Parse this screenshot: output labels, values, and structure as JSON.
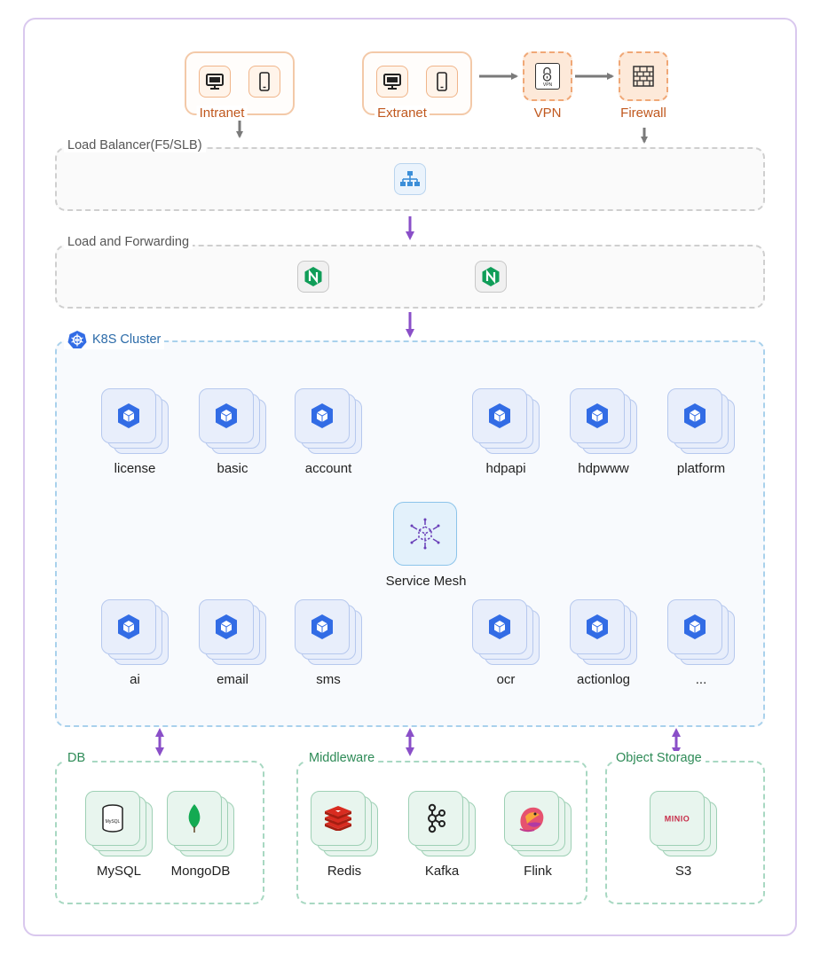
{
  "entry": {
    "intranet": {
      "label": "Intranet"
    },
    "extranet": {
      "label": "Extranet"
    },
    "vpn": {
      "label": "VPN"
    },
    "firewall": {
      "label": "Firewall"
    }
  },
  "groups": {
    "load_balancer": "Load Balancer(F5/SLB)",
    "load_forwarding": "Load and Forwarding",
    "k8s": "K8S Cluster",
    "db": "DB",
    "middleware": "Middleware",
    "object_storage": "Object Storage"
  },
  "services_top": [
    "license",
    "basic",
    "account",
    "hdpapi",
    "hdpwww",
    "platform"
  ],
  "services_bottom": [
    "ai",
    "email",
    "sms",
    "ocr",
    "actionlog",
    "..."
  ],
  "service_mesh": "Service Mesh",
  "db": [
    "MySQL",
    "MongoDB"
  ],
  "middleware": [
    "Redis",
    "Kafka",
    "Flink"
  ],
  "storage": [
    "S3"
  ],
  "icon_texts": {
    "mysql": "MySQL",
    "minio": "MINIO",
    "vpn": "VPN"
  },
  "colors": {
    "frame": "#d9c8ee",
    "purple_arrow": "#8a4fc8",
    "gray_arrow": "#7a7a7a",
    "k8s_blue": "#326ce5",
    "orange": "#c0581e",
    "green": "#2e8b57"
  }
}
